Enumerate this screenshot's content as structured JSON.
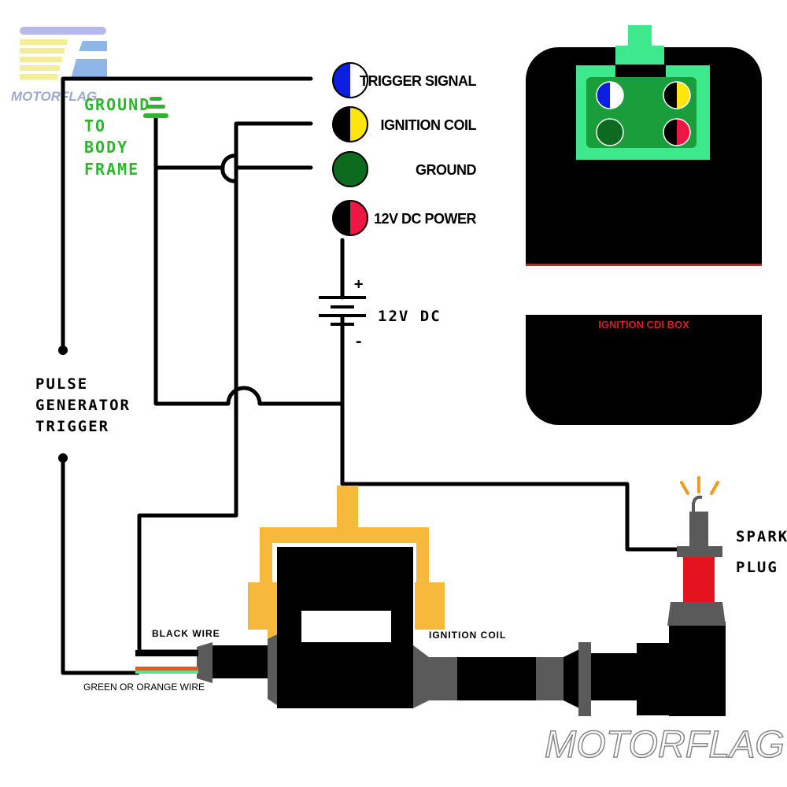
{
  "logo": {
    "text": "MOTORFLAG"
  },
  "watermark": {
    "text": "MOTORFLAG"
  },
  "ground_label": [
    "GROUND",
    "TO",
    "BODY",
    "FRAME"
  ],
  "pulse_label": [
    "PULSE",
    "GENERATOR",
    "TRIGGER"
  ],
  "connectors": [
    {
      "label": "TRIGGER SIGNAL",
      "colors": [
        "#0a1fe0",
        "#ffffff"
      ]
    },
    {
      "label": "IGNITION COIL",
      "colors": [
        "#000000",
        "#ffe60a"
      ]
    },
    {
      "label": "GROUND",
      "colors": [
        "#0d6b1f",
        "#0d6b1f"
      ]
    },
    {
      "label": "12V DC POWER",
      "colors": [
        "#000000",
        "#ee1642"
      ]
    }
  ],
  "battery": {
    "label": "12V DC",
    "plus": "+",
    "minus": "-"
  },
  "cdi": {
    "label": "IGNITION CDI BOX"
  },
  "coil": {
    "label": "IGNITION COIL",
    "black_wire": "BLACK WIRE",
    "green_wire": "GREEN OR ORANGE WIRE"
  },
  "spark": {
    "line1": "SPARK",
    "line2": "PLUG"
  },
  "colors": {
    "yellow": "#f6b93b",
    "red": "#e3141f",
    "gray": "#5a5a5a",
    "connector_light": "#3ee88c",
    "connector_dark": "#1a9e3c"
  }
}
